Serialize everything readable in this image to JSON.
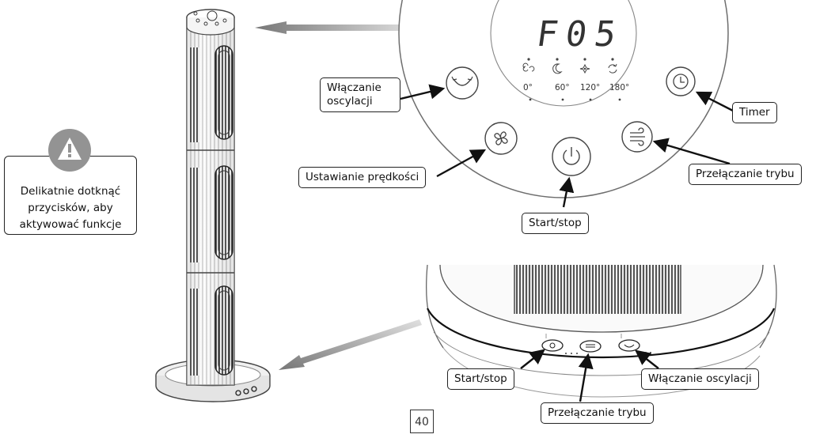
{
  "display": {
    "readout": "F05"
  },
  "angles": [
    "0°",
    "60°",
    "120°",
    "180°"
  ],
  "labels": {
    "oscillation": [
      "Włączanie",
      "oscylacji"
    ],
    "speed": "Ustawianie prędkości",
    "start_stop": "Start/stop",
    "timer": "Timer",
    "mode": "Przełączanie trybu",
    "base_start_stop": "Start/stop",
    "base_mode": "Przełączanie trybu",
    "base_oscillation": "Włączanie oscylacji"
  },
  "warning": {
    "icon": "warning-triangle-icon",
    "lines": [
      "Delikatnie dotknąć",
      "przycisków, aby",
      "aktywować funkcje"
    ]
  },
  "page_number": "40",
  "icons": [
    "fan-speed-icon",
    "sleep-moon-icon",
    "natural-wind-icon",
    "oscillation-icon",
    "power-icon",
    "mode-wind-icon",
    "timer-clock-icon"
  ],
  "colors": {
    "line": "#222222",
    "arrow_gray": "#8a8a8a",
    "warning_gray": "#939393"
  }
}
